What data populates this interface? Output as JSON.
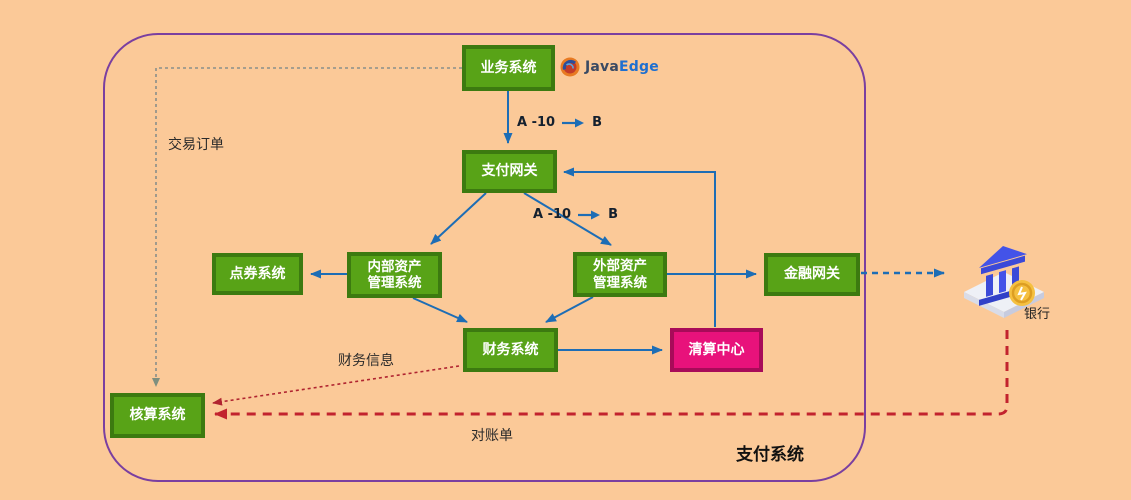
{
  "brand": {
    "java": "Java",
    "edge": "Edge"
  },
  "system_label": "支付系统",
  "nodes": {
    "business": {
      "label": "业务系统"
    },
    "payment_gateway": {
      "label": "支付网关"
    },
    "points": {
      "label": "点券系统"
    },
    "internal_asset": {
      "line1": "内部资产",
      "line2": "管理系统"
    },
    "external_asset": {
      "line1": "外部资产",
      "line2": "管理系统"
    },
    "financial_gateway": {
      "label": "金融网关"
    },
    "finance": {
      "label": "财务系统"
    },
    "clearing": {
      "label": "清算中心"
    },
    "accounting": {
      "label": "核算系统"
    },
    "bank": {
      "label": "银行"
    }
  },
  "edge_labels": {
    "transaction_order": "交易订单",
    "finance_info": "财务信息",
    "statement": "对账单",
    "ab_top": {
      "a": "A -10",
      "b": "B"
    },
    "ab_mid": {
      "a": "A -10",
      "b": "B"
    }
  },
  "colors": {
    "background": "#fbc998",
    "node_green_fill": "#58a317",
    "node_green_border": "#3c7a10",
    "node_pink_fill": "#e8127b",
    "node_pink_border": "#a80b59",
    "arrow_blue": "#1d6db5",
    "boundary_purple": "#7a3fa0",
    "dashed_red_thick": "#c2232e",
    "dotted_red_thin": "#b02430",
    "dashed_gray": "#8a8f8a"
  }
}
